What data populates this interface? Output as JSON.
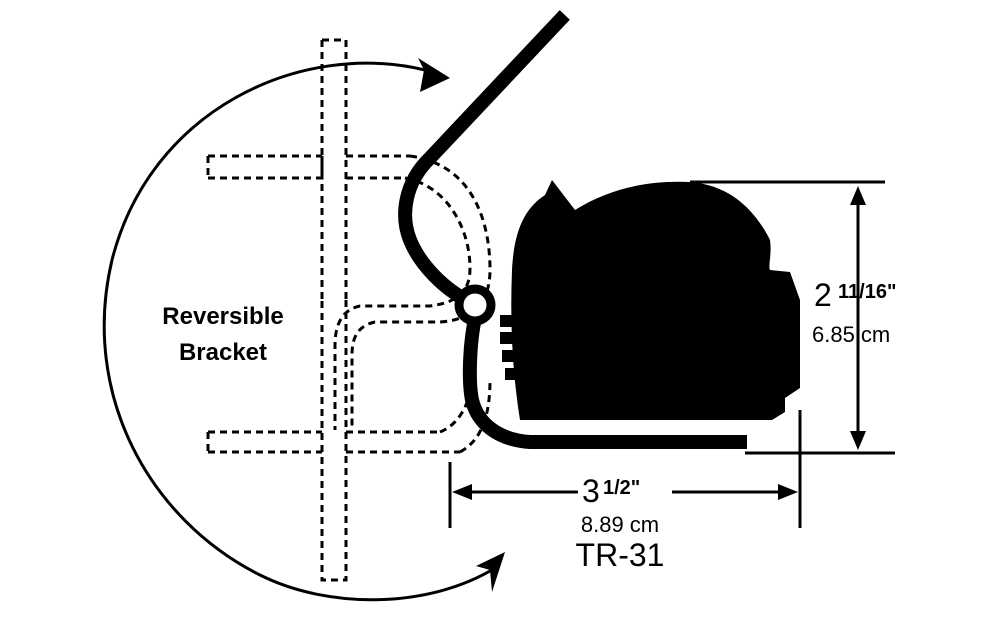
{
  "diagram": {
    "bracket_label_line1": "Reversible",
    "bracket_label_line2": "Bracket",
    "height_whole": "2",
    "height_fraction": "11/16\"",
    "height_metric": "6.85 cm",
    "width_whole": "3",
    "width_fraction": "1/2\"",
    "width_metric": "8.89 cm",
    "model": "TR-31"
  },
  "colors": {
    "ink": "#000000",
    "background": "#ffffff"
  }
}
